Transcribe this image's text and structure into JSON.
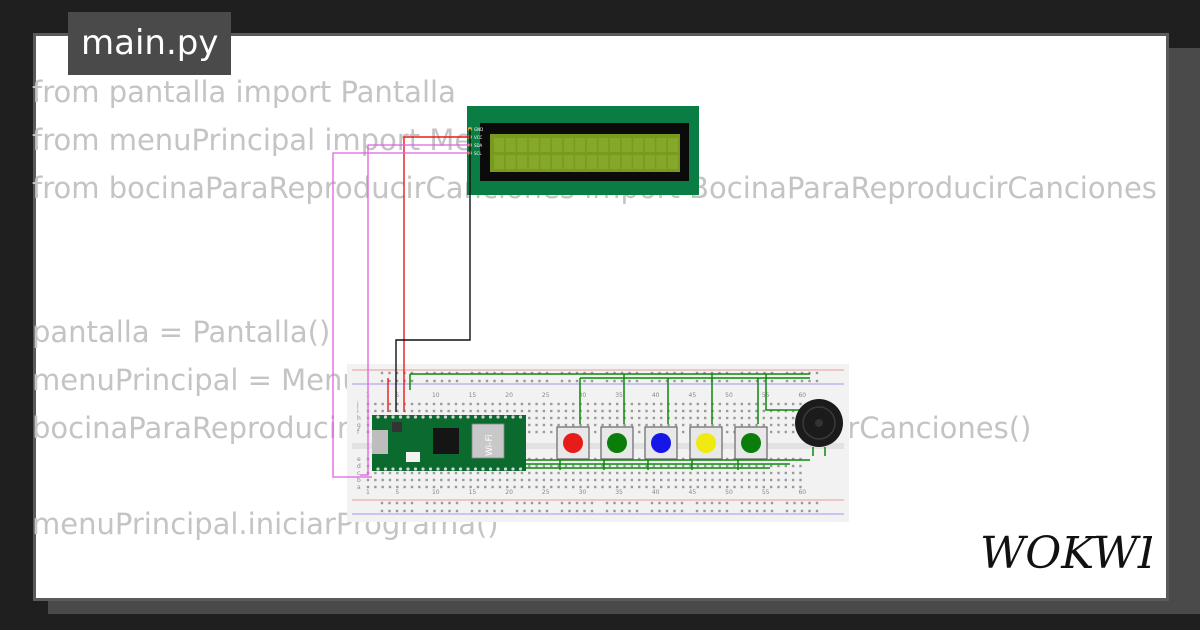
{
  "editor": {
    "filename": "main.py",
    "code_lines": [
      "from pantalla import Pantalla",
      "from menuPrincipal import MenuPrincipal",
      "from bocinaParaReproducirCanciones import BocinaParaReproducirCanciones",
      "",
      "",
      "pantalla = Pantalla()",
      "menuPrincipal = MenuPrincipal()",
      "bocinaParaReproducirCanciones = BocinaParaReproducirCanciones()",
      "",
      "menuPrincipal.iniciarPrograma()"
    ]
  },
  "diagram": {
    "lcd_pins": [
      "GND",
      "VCC",
      "SDA",
      "SCL"
    ],
    "board_label": "Wi-Fi",
    "breadboard_column_labels": [
      "1",
      "5",
      "10",
      "15",
      "20",
      "25",
      "30",
      "35",
      "40",
      "45",
      "50",
      "55",
      "60"
    ],
    "breadboard_row_labels_top": [
      "j",
      "i",
      "h",
      "g",
      "f"
    ],
    "breadboard_row_labels_bottom": [
      "e",
      "d",
      "c",
      "b",
      "a"
    ],
    "buttons": [
      {
        "color_name": "red",
        "color": "#e81b1b"
      },
      {
        "color_name": "green",
        "color": "#0a7d0a"
      },
      {
        "color_name": "blue",
        "color": "#1616e8"
      },
      {
        "color_name": "yellow",
        "color": "#f0ea10"
      },
      {
        "color_name": "green",
        "color": "#0a7d0a"
      }
    ],
    "wire_colors": {
      "red": "#e81b1b",
      "black": "#111111",
      "violet": "#e060e0",
      "green": "#0a8a0a"
    },
    "lcd_colors": {
      "pcb": "#0a7d45",
      "bezel": "#0b0b0b",
      "screen": "#7a9a1e"
    }
  },
  "brand": {
    "logo_text": "WOKWI",
    "logo_color": "#111111"
  }
}
